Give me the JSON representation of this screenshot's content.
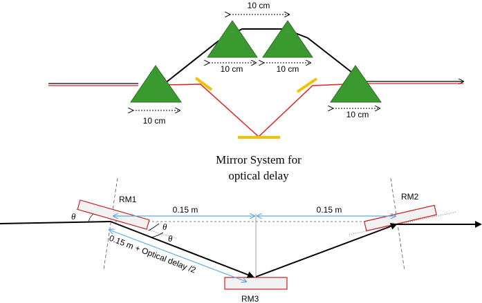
{
  "top": {
    "dimension_labels": [
      "10 cm",
      "10 cm",
      "10 cm",
      "10 cm",
      "10 cm"
    ],
    "caption_line1": "Mirror System for",
    "caption_line2": "optical delay"
  },
  "bottom": {
    "mirrors": [
      "RM1",
      "RM2",
      "RM3"
    ],
    "distance_left": "0.15 m",
    "distance_right": "0.15 m",
    "diagonal_label": "0.15 m + Optical delay /2",
    "angle_symbol": "θ"
  },
  "colors": {
    "prism_fill": "#3a9a2f",
    "prism_stroke": "#2a6e22",
    "red_beam": "#e02020",
    "mirror_yellow": "#f2c100",
    "mirror_outline": "#cc1f1f",
    "blue_dim": "#5aa9e6",
    "beam_black": "#000000"
  }
}
